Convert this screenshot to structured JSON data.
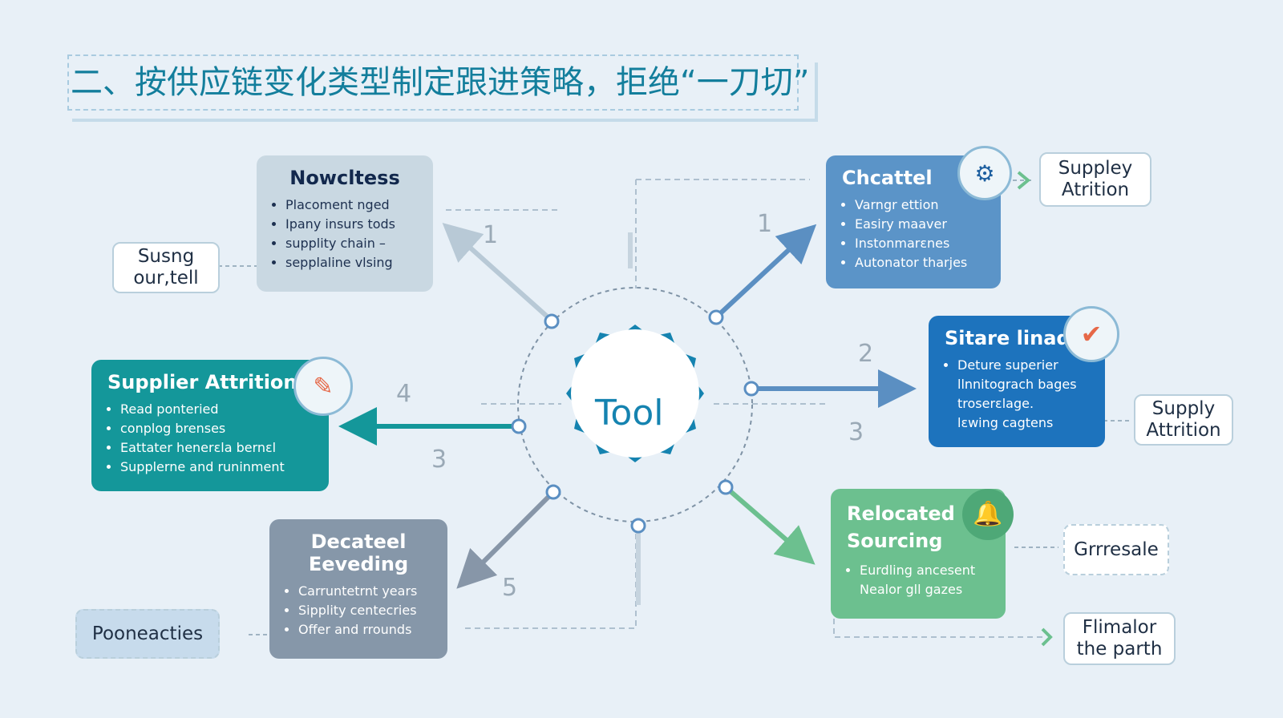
{
  "title": "二、按供应链变化类型制定跟进策略，拒绝“一刀切”",
  "center": {
    "label": "Tool"
  },
  "cards": [
    {
      "title": "Nowcltess",
      "items": [
        "Placoment nged",
        "Ipany insurs tods",
        "supplity chain –",
        "sepplaline vlsing"
      ],
      "color": "#c9d8e2"
    },
    {
      "title": "Supplier Attrition",
      "items": [
        "Read ponteried",
        "conplog brenses",
        "Eattater henerɛla bernɛl",
        "Supplerne and runinment"
      ],
      "color": "#14979a"
    },
    {
      "title": "Decateel",
      "subtitle": "Eeveding",
      "items": [
        "Carruntetrnt years",
        "Sipplity centecries",
        "Offer and rrounds"
      ],
      "color": "#8697a9"
    },
    {
      "title": "Chcattel",
      "items": [
        "Varngr ettion",
        "Easiry maaver",
        "Instonmarɛnes",
        "Autonator tharjes"
      ],
      "color": "#5b94c8"
    },
    {
      "title": "Sitare linad",
      "items": [
        "Deture superier",
        "llnnitograch bages",
        "troserɛlage.",
        "lɛwing cagtens"
      ],
      "color": "#1d73bd"
    },
    {
      "title": "Relocated Sourcing",
      "items": [
        "Eurdling ancesent",
        "Nealor gll gazes"
      ],
      "color": "#6cc08f"
    }
  ],
  "labels": [
    "Susng our,tell",
    "Pooneacties",
    "Suppley Atrition",
    "Supply Attrition",
    "Grrresale",
    "Flimalor the parth"
  ],
  "numbers": [
    "1",
    "4",
    "3",
    "5",
    "1",
    "2",
    "3"
  ]
}
